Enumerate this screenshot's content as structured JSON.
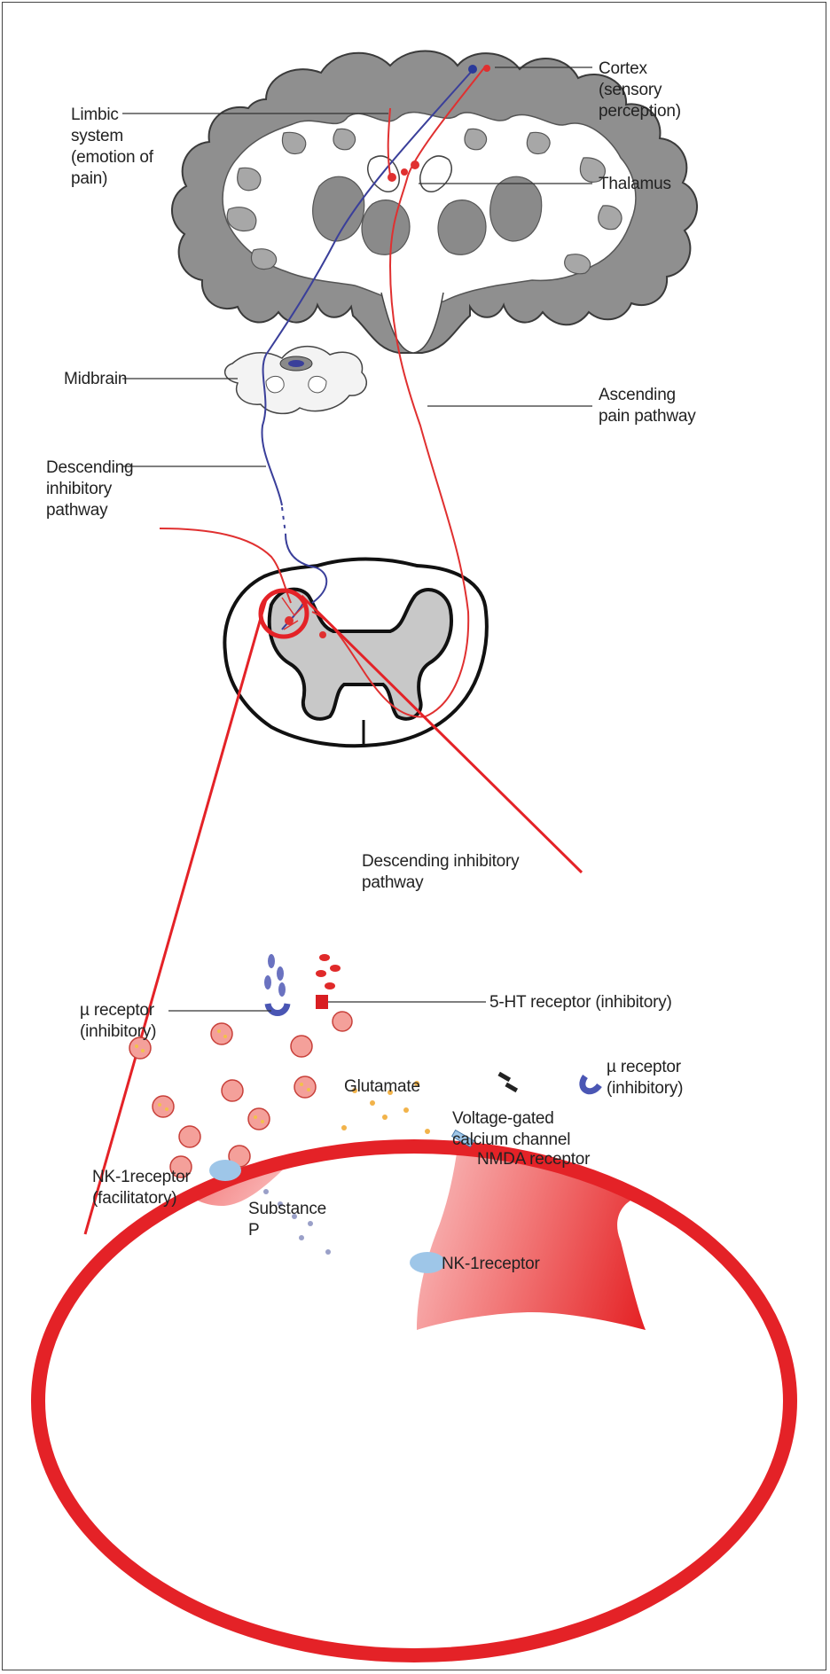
{
  "top_labels": {
    "cortex": [
      "Cortex",
      "(sensory",
      "perception)"
    ],
    "limbic": [
      "Limbic",
      "system",
      "(emotion of",
      "pain)"
    ],
    "thalamus": [
      "Thalamus"
    ],
    "midbrain": [
      "Midbrain"
    ],
    "ascending": [
      "Ascending",
      "pain pathway"
    ],
    "descending": [
      "Descending",
      "inhibitory",
      "pathway"
    ]
  },
  "inset_labels": {
    "descending": [
      "Descending inhibitory",
      "pathway"
    ],
    "ht5": [
      "5-HT receptor (inhibitory)"
    ],
    "mu_left": [
      "µ receptor",
      "(inhibitory)"
    ],
    "mu_right": [
      "µ receptor",
      "(inhibitory)"
    ],
    "glutamate": [
      "Glutamate"
    ],
    "vgcc": [
      "Voltage-gated",
      "calcium channel"
    ],
    "nmda": [
      "NMDA receptor"
    ],
    "nk1_left": [
      "NK-1receptor",
      "(facilitatory)"
    ],
    "substance_p": [
      "Substance",
      "P"
    ],
    "nk1_right": [
      "NK-1receptor"
    ]
  },
  "colors": {
    "ascending_red": "#e03030",
    "descending_blue": "#3a3f9a",
    "magnifier_red": "#e42227",
    "gray_matter": "#8c8c8c"
  }
}
